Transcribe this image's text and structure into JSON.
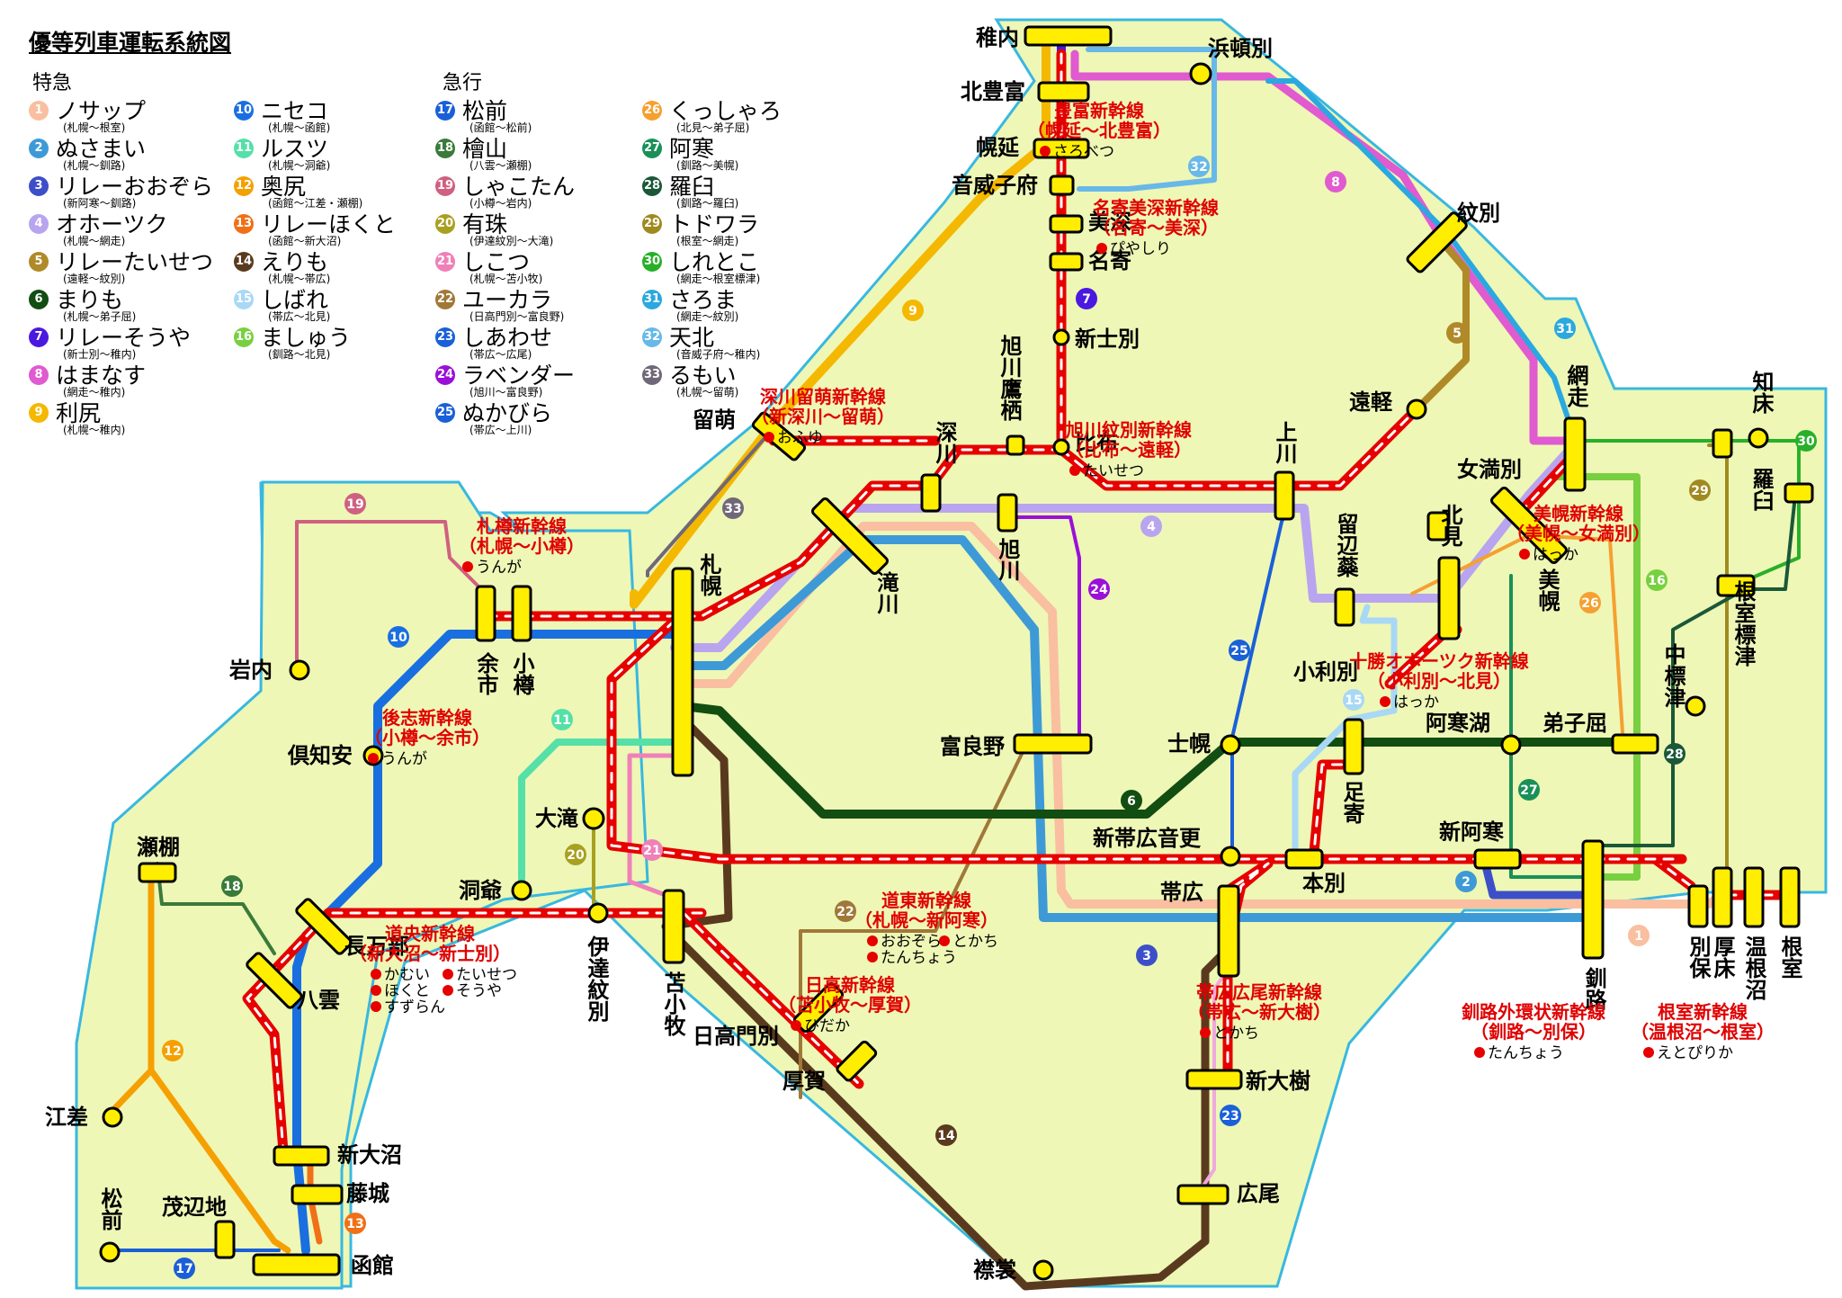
{
  "title": "優等列車運転系統図",
  "legend": {
    "limited_header": "特急",
    "express_header": "急行",
    "limited": [
      {
        "no": "1",
        "name": "ノサップ",
        "route": "(札幌～根室)",
        "color": "#f9bfa0"
      },
      {
        "no": "2",
        "name": "ぬさまい",
        "route": "(札幌～釧路)",
        "color": "#3d9ad6"
      },
      {
        "no": "3",
        "name": "リレーおおぞら",
        "route": "(新阿寒～釧路)",
        "color": "#3d4fc8"
      },
      {
        "no": "4",
        "name": "オホーツク",
        "route": "(札幌～網走)",
        "color": "#b9a4ef"
      },
      {
        "no": "5",
        "name": "リレーたいせつ",
        "route": "(遠軽～紋別)",
        "color": "#b08a28"
      },
      {
        "no": "6",
        "name": "まりも",
        "route": "(札幌～弟子屈)",
        "color": "#124d12"
      },
      {
        "no": "7",
        "name": "リレーそうや",
        "route": "(新士別～稚内)",
        "color": "#4b18e0"
      },
      {
        "no": "8",
        "name": "はまなす",
        "route": "(網走～稚内)",
        "color": "#e05ad0"
      },
      {
        "no": "9",
        "name": "利尻",
        "route": "(札幌～稚内)",
        "color": "#f5b800"
      },
      {
        "no": "10",
        "name": "ニセコ",
        "route": "(札幌～函館)",
        "color": "#1a6fe0"
      },
      {
        "no": "11",
        "name": "ルスツ",
        "route": "(札幌～洞爺)",
        "color": "#55e0a8"
      },
      {
        "no": "12",
        "name": "奥尻",
        "route": "(函館～江差・瀬棚)",
        "color": "#f5a000"
      },
      {
        "no": "13",
        "name": "リレーほくと",
        "route": "(函館～新大沼)",
        "color": "#f07018"
      },
      {
        "no": "14",
        "name": "えりも",
        "route": "(札幌～帯広)",
        "color": "#5a3a1e"
      },
      {
        "no": "15",
        "name": "しばれ",
        "route": "(帯広～北見)",
        "color": "#a8d8f5"
      },
      {
        "no": "16",
        "name": "ましゅう",
        "route": "(釧路～北見)",
        "color": "#78d040"
      }
    ],
    "express": [
      {
        "no": "17",
        "name": "松前",
        "route": "(函館～松前)",
        "color": "#1a5fd8"
      },
      {
        "no": "18",
        "name": "檜山",
        "route": "(八雲～瀬棚)",
        "color": "#3a7a3a"
      },
      {
        "no": "19",
        "name": "しゃこたん",
        "route": "(小樽～岩内)",
        "color": "#d06080"
      },
      {
        "no": "20",
        "name": "有珠",
        "route": "(伊達紋別～大滝)",
        "color": "#a8a020"
      },
      {
        "no": "21",
        "name": "しこつ",
        "route": "(札幌～苫小牧)",
        "color": "#f080b8"
      },
      {
        "no": "22",
        "name": "ユーカラ",
        "route": "(日高門別～富良野)",
        "color": "#a07838"
      },
      {
        "no": "23",
        "name": "しあわせ",
        "route": "(帯広～広尾)",
        "color": "#1a60d8"
      },
      {
        "no": "24",
        "name": "ラベンダー",
        "route": "(旭川～富良野)",
        "color": "#9a10d8"
      },
      {
        "no": "25",
        "name": "ぬかびら",
        "route": "(帯広～上川)",
        "color": "#1a60d8"
      }
    ],
    "express2": [
      {
        "no": "26",
        "name": "くっしゃろ",
        "route": "(北見～弟子屈)",
        "color": "#f5a030"
      },
      {
        "no": "27",
        "name": "阿寒",
        "route": "(釧路～美幌)",
        "color": "#1a9058"
      },
      {
        "no": "28",
        "name": "羅臼",
        "route": "(釧路～羅臼)",
        "color": "#1a5838"
      },
      {
        "no": "29",
        "name": "トドワラ",
        "route": "(根室～網走)",
        "color": "#a08a20"
      },
      {
        "no": "30",
        "name": "しれとこ",
        "route": "(網走～根室標津)",
        "color": "#28b028"
      },
      {
        "no": "31",
        "name": "さろま",
        "route": "(網走～紋別)",
        "color": "#2aa8e0"
      },
      {
        "no": "32",
        "name": "天北",
        "route": "(音威子府～稚内)",
        "color": "#68b8e8"
      },
      {
        "no": "33",
        "name": "るもい",
        "route": "(札幌～留萌)",
        "color": "#706878"
      }
    ]
  },
  "stations": {
    "wakkanai": "稚内",
    "hamatonbetsu": "浜頓別",
    "kitatoyotomi": "北豊富",
    "horonobe": "幌延",
    "otoineppu": "音威子府",
    "bifuka": "美深",
    "nayoro": "名寄",
    "shinshibetsu": "新士別",
    "monbetsu": "紋別",
    "engaru": "遠軽",
    "asahikawa_takasu": "旭川鷹栖",
    "pippu": "比布",
    "kamikawa": "上川",
    "rumoi": "留萌",
    "fukagawa": "深川",
    "asahikawa": "旭川",
    "abashiri": "網走",
    "shiretoko": "知床",
    "rausu": "羅臼",
    "menashibetsu": "女満別",
    "kitami": "北見",
    "bihoro": "美幌",
    "rubeshibe": "留辺蘂",
    "iwanai": "岩内",
    "yoichi": "余市",
    "otaru": "小樽",
    "sapporo": "札幌",
    "takikawa": "滝川",
    "nemuro_shibetsu": "根室標津",
    "nakashibetsu": "中標津",
    "kutchan": "倶知安",
    "furano": "富良野",
    "shihoro": "士幌",
    "koribetsu": "小利別",
    "akanko": "阿寒湖",
    "teshikaga": "弟子屈",
    "ashoro": "足寄",
    "setana": "瀬棚",
    "otaki": "大滝",
    "shin_obihiro": "新帯広音更",
    "shin_akan": "新阿寒",
    "toya": "洞爺",
    "date": "伊達紋別",
    "tomakomai": "苫小牧",
    "hombetsu": "本別",
    "obihiro": "帯広",
    "oshamambe": "長万部",
    "yakumo": "八雲",
    "kushiro": "釧路",
    "betsukai": "別保",
    "atsutoko": "厚床",
    "onnenuma": "温根沼",
    "nemuro": "根室",
    "hidakamombetsu": "日高門別",
    "atsuga": "厚賀",
    "esashi": "江差",
    "shin_taiki": "新大樹",
    "shin_onuma": "新大沼",
    "fujishiro": "藤城",
    "matsumae": "松前",
    "moheji": "茂辺地",
    "hakodate": "函館",
    "hiroo": "広尾",
    "erimo": "襟裳"
  },
  "shinkansen": [
    {
      "key": "toyotomi",
      "name": "豊富新幹線",
      "range": "（幌延～北豊富）",
      "trains": [
        "さろべつ"
      ]
    },
    {
      "key": "nayoro",
      "name": "名寄美深新幹線",
      "range": "（名寄～美深）",
      "trains": [
        "ぴやしり"
      ]
    },
    {
      "key": "fukagawa",
      "name": "深川留萌新幹線",
      "range": "（新深川～留萌）",
      "trains": [
        "おふゆ"
      ]
    },
    {
      "key": "asahikawa",
      "name": "旭川紋別新幹線",
      "range": "（比布～遠軽）",
      "trains": [
        "たいせつ"
      ]
    },
    {
      "key": "sapporo",
      "name": "札樽新幹線",
      "range": "（札幌～小樽）",
      "trains": [
        "うんが"
      ]
    },
    {
      "key": "bihoro",
      "name": "美幌新幹線",
      "range": "（美幌～女満別）",
      "trains": [
        "はっか"
      ]
    },
    {
      "key": "tokachi",
      "name": "十勝オホーツク新幹線",
      "range": "（小利別～北見）",
      "trains": [
        "はっか"
      ]
    },
    {
      "key": "shiribeshi",
      "name": "後志新幹線",
      "range": "（小樽～余市）",
      "trains": [
        "うんが"
      ]
    },
    {
      "key": "doto",
      "name": "道東新幹線",
      "range": "（札幌～新阿寒）",
      "trains": [
        "おおぞら",
        "とかち",
        "たんちょう"
      ]
    },
    {
      "key": "dooh",
      "name": "道央新幹線",
      "range": "（新大沼～新士別）",
      "trains": [
        "かむい",
        "たいせつ",
        "ほくと",
        "そうや",
        "すずらん"
      ]
    },
    {
      "key": "hidaka",
      "name": "日高新幹線",
      "range": "（苫小牧～厚賀）",
      "trains": [
        "ひだか"
      ]
    },
    {
      "key": "obihiro",
      "name": "帯広広尾新幹線",
      "range": "（帯広～新大樹）",
      "trains": [
        "とかち"
      ]
    },
    {
      "key": "kushiro",
      "name": "釧路外環状新幹線",
      "range": "（釧路～別保）",
      "trains": [
        "たんちょう"
      ]
    },
    {
      "key": "nemuro",
      "name": "根室新幹線",
      "range": "（温根沼～根室）",
      "trains": [
        "えとぴりか"
      ]
    }
  ],
  "colors": {
    "land": "#eef7b6",
    "coast": "#38b8e0",
    "shinkansen": "#e60000",
    "station": "#ffee00"
  }
}
